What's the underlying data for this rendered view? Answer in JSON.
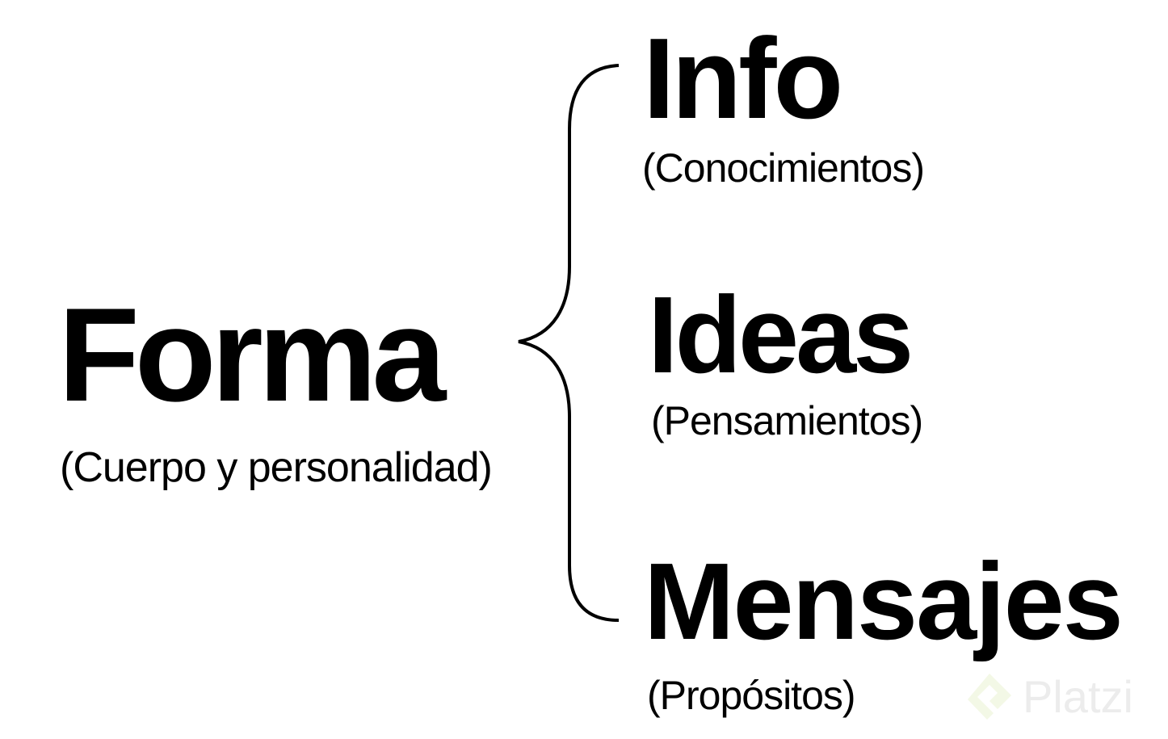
{
  "root": {
    "title": "Forma",
    "subtitle": "(Cuerpo y personalidad)"
  },
  "branches": [
    {
      "title": "Info",
      "subtitle": "(Conocimientos)"
    },
    {
      "title": "Ideas",
      "subtitle": "(Pensamientos)"
    },
    {
      "title": "Mensajes",
      "subtitle": "(Propósitos)"
    }
  ],
  "watermark": {
    "text": "Platzi",
    "icon": "platzi-logo-icon",
    "color": "#ececec",
    "icon_color": "#f3f8e6"
  },
  "connector": {
    "type": "curly-brace",
    "color": "#000000"
  }
}
